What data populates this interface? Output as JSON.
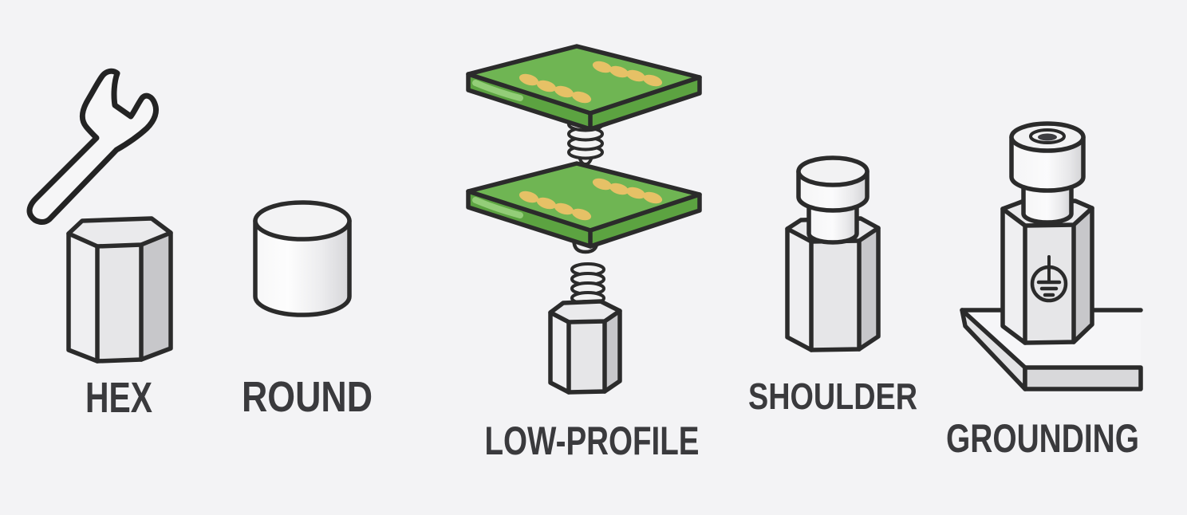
{
  "items": [
    {
      "id": "hex",
      "label": "HEX"
    },
    {
      "id": "round",
      "label": "ROUND"
    },
    {
      "id": "low_profile",
      "label": "LOW-PROFILE"
    },
    {
      "id": "shoulder",
      "label": "SHOULDER"
    },
    {
      "id": "grounding",
      "label": "GROUNDING"
    }
  ],
  "icons": {
    "wrench": "wrench-icon",
    "ground_symbol": "ground-symbol-icon"
  },
  "colors": {
    "background": "#f3f3f5",
    "outline": "#2b2b2b",
    "label_text": "#3a3a3d",
    "pcb_green": "#6fb553",
    "pcb_edge_green": "#5ca341",
    "pcb_highlight_green": "#93cd78",
    "pad_gold": "#e6c166",
    "metal_light": "#f0f0f2",
    "metal_mid": "#e3e3e5",
    "metal_dark": "#c7c7ca",
    "hole_dark": "#515156"
  }
}
